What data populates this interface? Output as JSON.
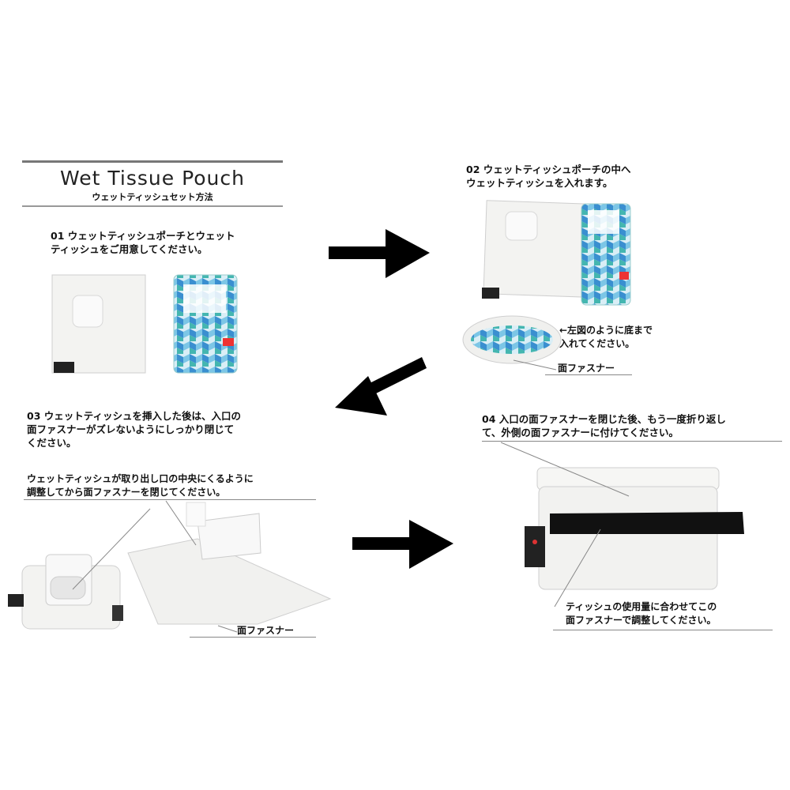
{
  "header": {
    "title": "Wet Tissue Pouch",
    "subtitle": "ウェットティッシュセット方法"
  },
  "steps": {
    "s01": "01 ウェットティッシュポーチとウェット\n     ティッシュをご用意してください。",
    "s02": "02 ウェットティッシュポーチの中へ\n     ウェットティッシュを入れます。",
    "s02_note": "←左図のように底まで\n   入れてください。",
    "s02_label": "面ファスナー",
    "s03": "03 ウェットティッシュを挿入した後は、入口の\n     面ファスナーがズレないようにしっかり閉じて\n     ください。",
    "s03_note": "ウェットティッシュが取り出し口の中央にくるように\n調整してから面ファスナーを閉じてください。",
    "s03_label": "面ファスナー",
    "s04": "04 入口の面ファスナーを閉じた後、もう一度折り返し\n     て、外側の面ファスナーに付けてください。",
    "s04_note": "ティッシュの使用量に合わせてこの\n面ファスナーで調整してください。"
  },
  "colors": {
    "arrow": "#000000",
    "pouch": "#f3f3f1",
    "pack_blue": "#3a8fd0",
    "pack_teal": "#44b6b0",
    "label": "#111111"
  },
  "icons": {
    "arrow_1": "arrow-right-icon",
    "arrow_2": "arrow-down-left-icon",
    "arrow_3": "arrow-right-icon"
  }
}
